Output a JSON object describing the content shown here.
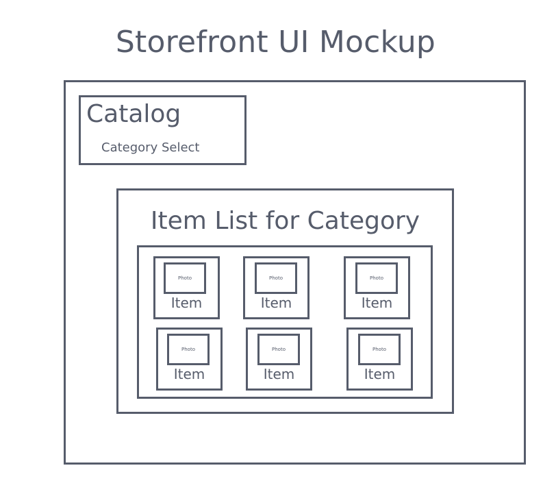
{
  "title": "Storefront UI Mockup",
  "catalog": {
    "title": "Catalog",
    "category_select": "Category Select"
  },
  "item_list": {
    "title": "Item List for Category",
    "items": [
      {
        "photo": "Photo",
        "label": "Item"
      },
      {
        "photo": "Photo",
        "label": "Item"
      },
      {
        "photo": "Photo",
        "label": "Item"
      },
      {
        "photo": "Photo",
        "label": "Item"
      },
      {
        "photo": "Photo",
        "label": "Item"
      },
      {
        "photo": "Photo",
        "label": "Item"
      }
    ]
  },
  "colors": {
    "stroke": "#565c6b",
    "background": "#ffffff"
  }
}
